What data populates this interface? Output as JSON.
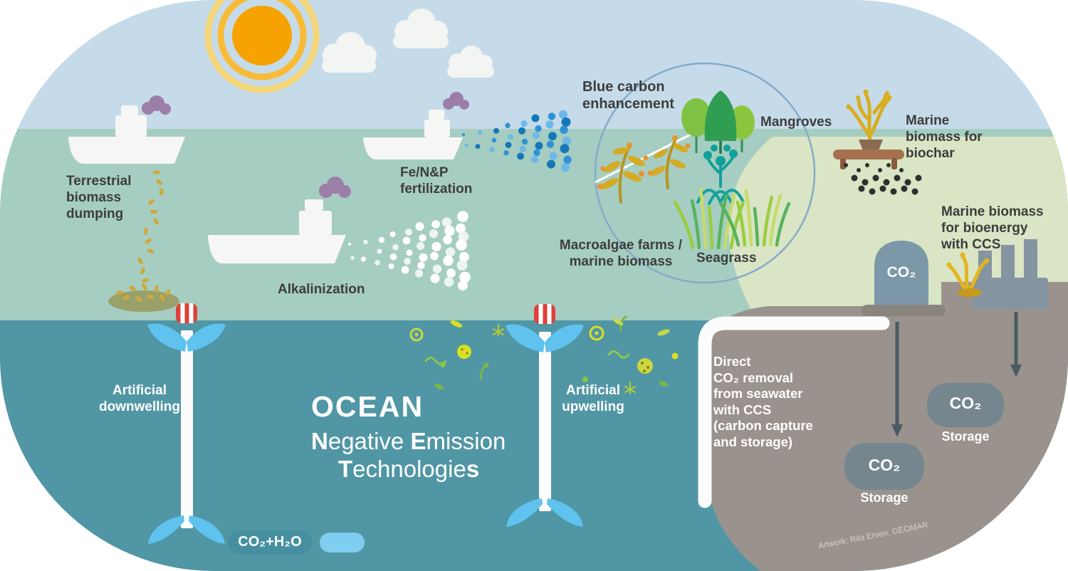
{
  "colors": {
    "sky": "#c6dbe9",
    "sea_surface": "#a6cdc1",
    "deep_ocean": "#5196a5",
    "land": "#d9e5c4",
    "sediment": "#9a938d",
    "sun": "#f6a200",
    "fertilization_dots": "#2e93d6",
    "pipe_white": "#fbfcfb",
    "funnel_blue": "#5fc2ef",
    "buoy_red": "#e0403a",
    "smoke_purple": "#9c7fa8",
    "pellet_yellow": "#cfa83d",
    "macroalgae_gold": "#d4ab25",
    "mangrove_green": "#2f9e53",
    "seagrass_green": "#9acd3e",
    "tank_blue_gray": "#7b97a8",
    "storage_gray": "#75868f",
    "factory_gray": "#8494a0",
    "text_dark": "#3d3d3d",
    "text_light": "#ffffff"
  },
  "title": {
    "line1": "OCEAN",
    "n_bold": "N",
    "n_rest": "egative ",
    "e_bold": "E",
    "e_rest": "mission",
    "t_bold": "T",
    "t_rest": "echnologie",
    "s_bold": "s"
  },
  "labels": {
    "terrestrial_biomass_dumping": "Terrestrial\nbiomass\ndumping",
    "fertilization": "Fe/N&P\nfertilization",
    "alkalinization": "Alkalinization",
    "blue_carbon_enhancement": "Blue carbon\nenhancement",
    "mangroves": "Mangroves",
    "marine_biomass_for_biochar": "Marine\nbiomass for\nbiochar",
    "macroalgae_farms": "Macroalgae farms /\nmarine biomass",
    "seagrass": "Seagrass",
    "marine_biomass_bioenergy": "Marine biomass\nfor bioenergy\nwith CCS",
    "artificial_downwelling": "Artificial\ndownwelling",
    "artificial_upwelling": "Artificial\nupwelling",
    "direct_co2_removal": "Direct\nCO₂ removal\nfrom seawater\nwith CCS\n(carbon capture\nand storage)",
    "co2": "CO₂",
    "storage": "Storage",
    "co2_h2o": "CO₂+H₂O"
  },
  "credit": "Artwork: Rita Erven, GEOMAR",
  "icons": {
    "sun-icon": "concentric yellow circles",
    "cloud-icon": "white puff cluster",
    "ship-icon": "white vessel with purple smoke",
    "buoy-icon": "red-white striped float",
    "downwelling-pipe-icon": "white tube, blue funnel wings, blue fluke",
    "upwelling-pipe-icon": "white tube, blue funnel wings, blue fluke",
    "mangroves-icon": "green trees with stilt roots",
    "macroalgae-icon": "golden kelp on white farm line",
    "seagrass-icon": "curved green blades",
    "plankton-icon": "green-yellow micro organisms",
    "biochar-icon": "yellow algae on brown table with black granules",
    "factory-icon": "gray plant with three chimneys",
    "co2-tank-icon": "dome-top cylinder on platform",
    "storage-blob-icon": "gray rounded underground reservoir",
    "arrow-down-icon": "dark gray arrow",
    "blue-carbon-circle-icon": "thin light-blue circle outline"
  }
}
